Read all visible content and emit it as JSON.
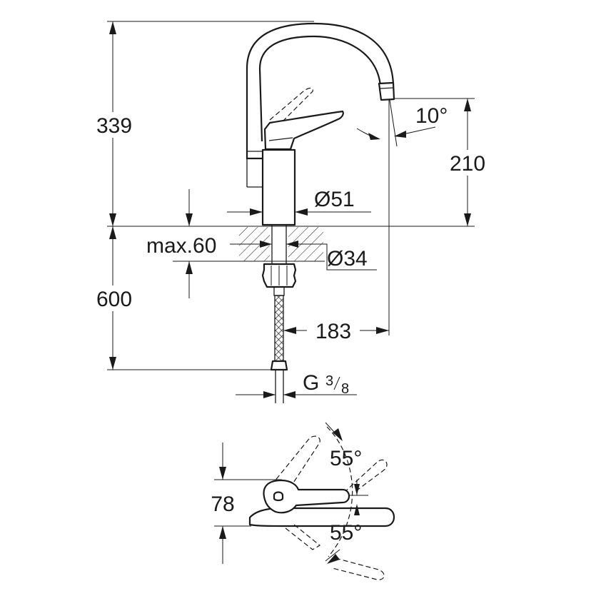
{
  "labels": {
    "height_above_deck": "339",
    "spout_angle": "10°",
    "spout_outlet_height": "210",
    "body_diameter": "Ø51",
    "deck_thickness_max": "max.60",
    "shank_diameter": "Ø34",
    "hose_length": "600",
    "spout_reach": "183",
    "connection_thread_g": "G",
    "connection_thread_num": "3",
    "connection_thread_den": "8",
    "handle_height": "78",
    "handle_rotation_top": "55°",
    "handle_rotation_bottom": "55°"
  },
  "colors": {
    "line": "#1a1a1a",
    "background": "#ffffff"
  }
}
